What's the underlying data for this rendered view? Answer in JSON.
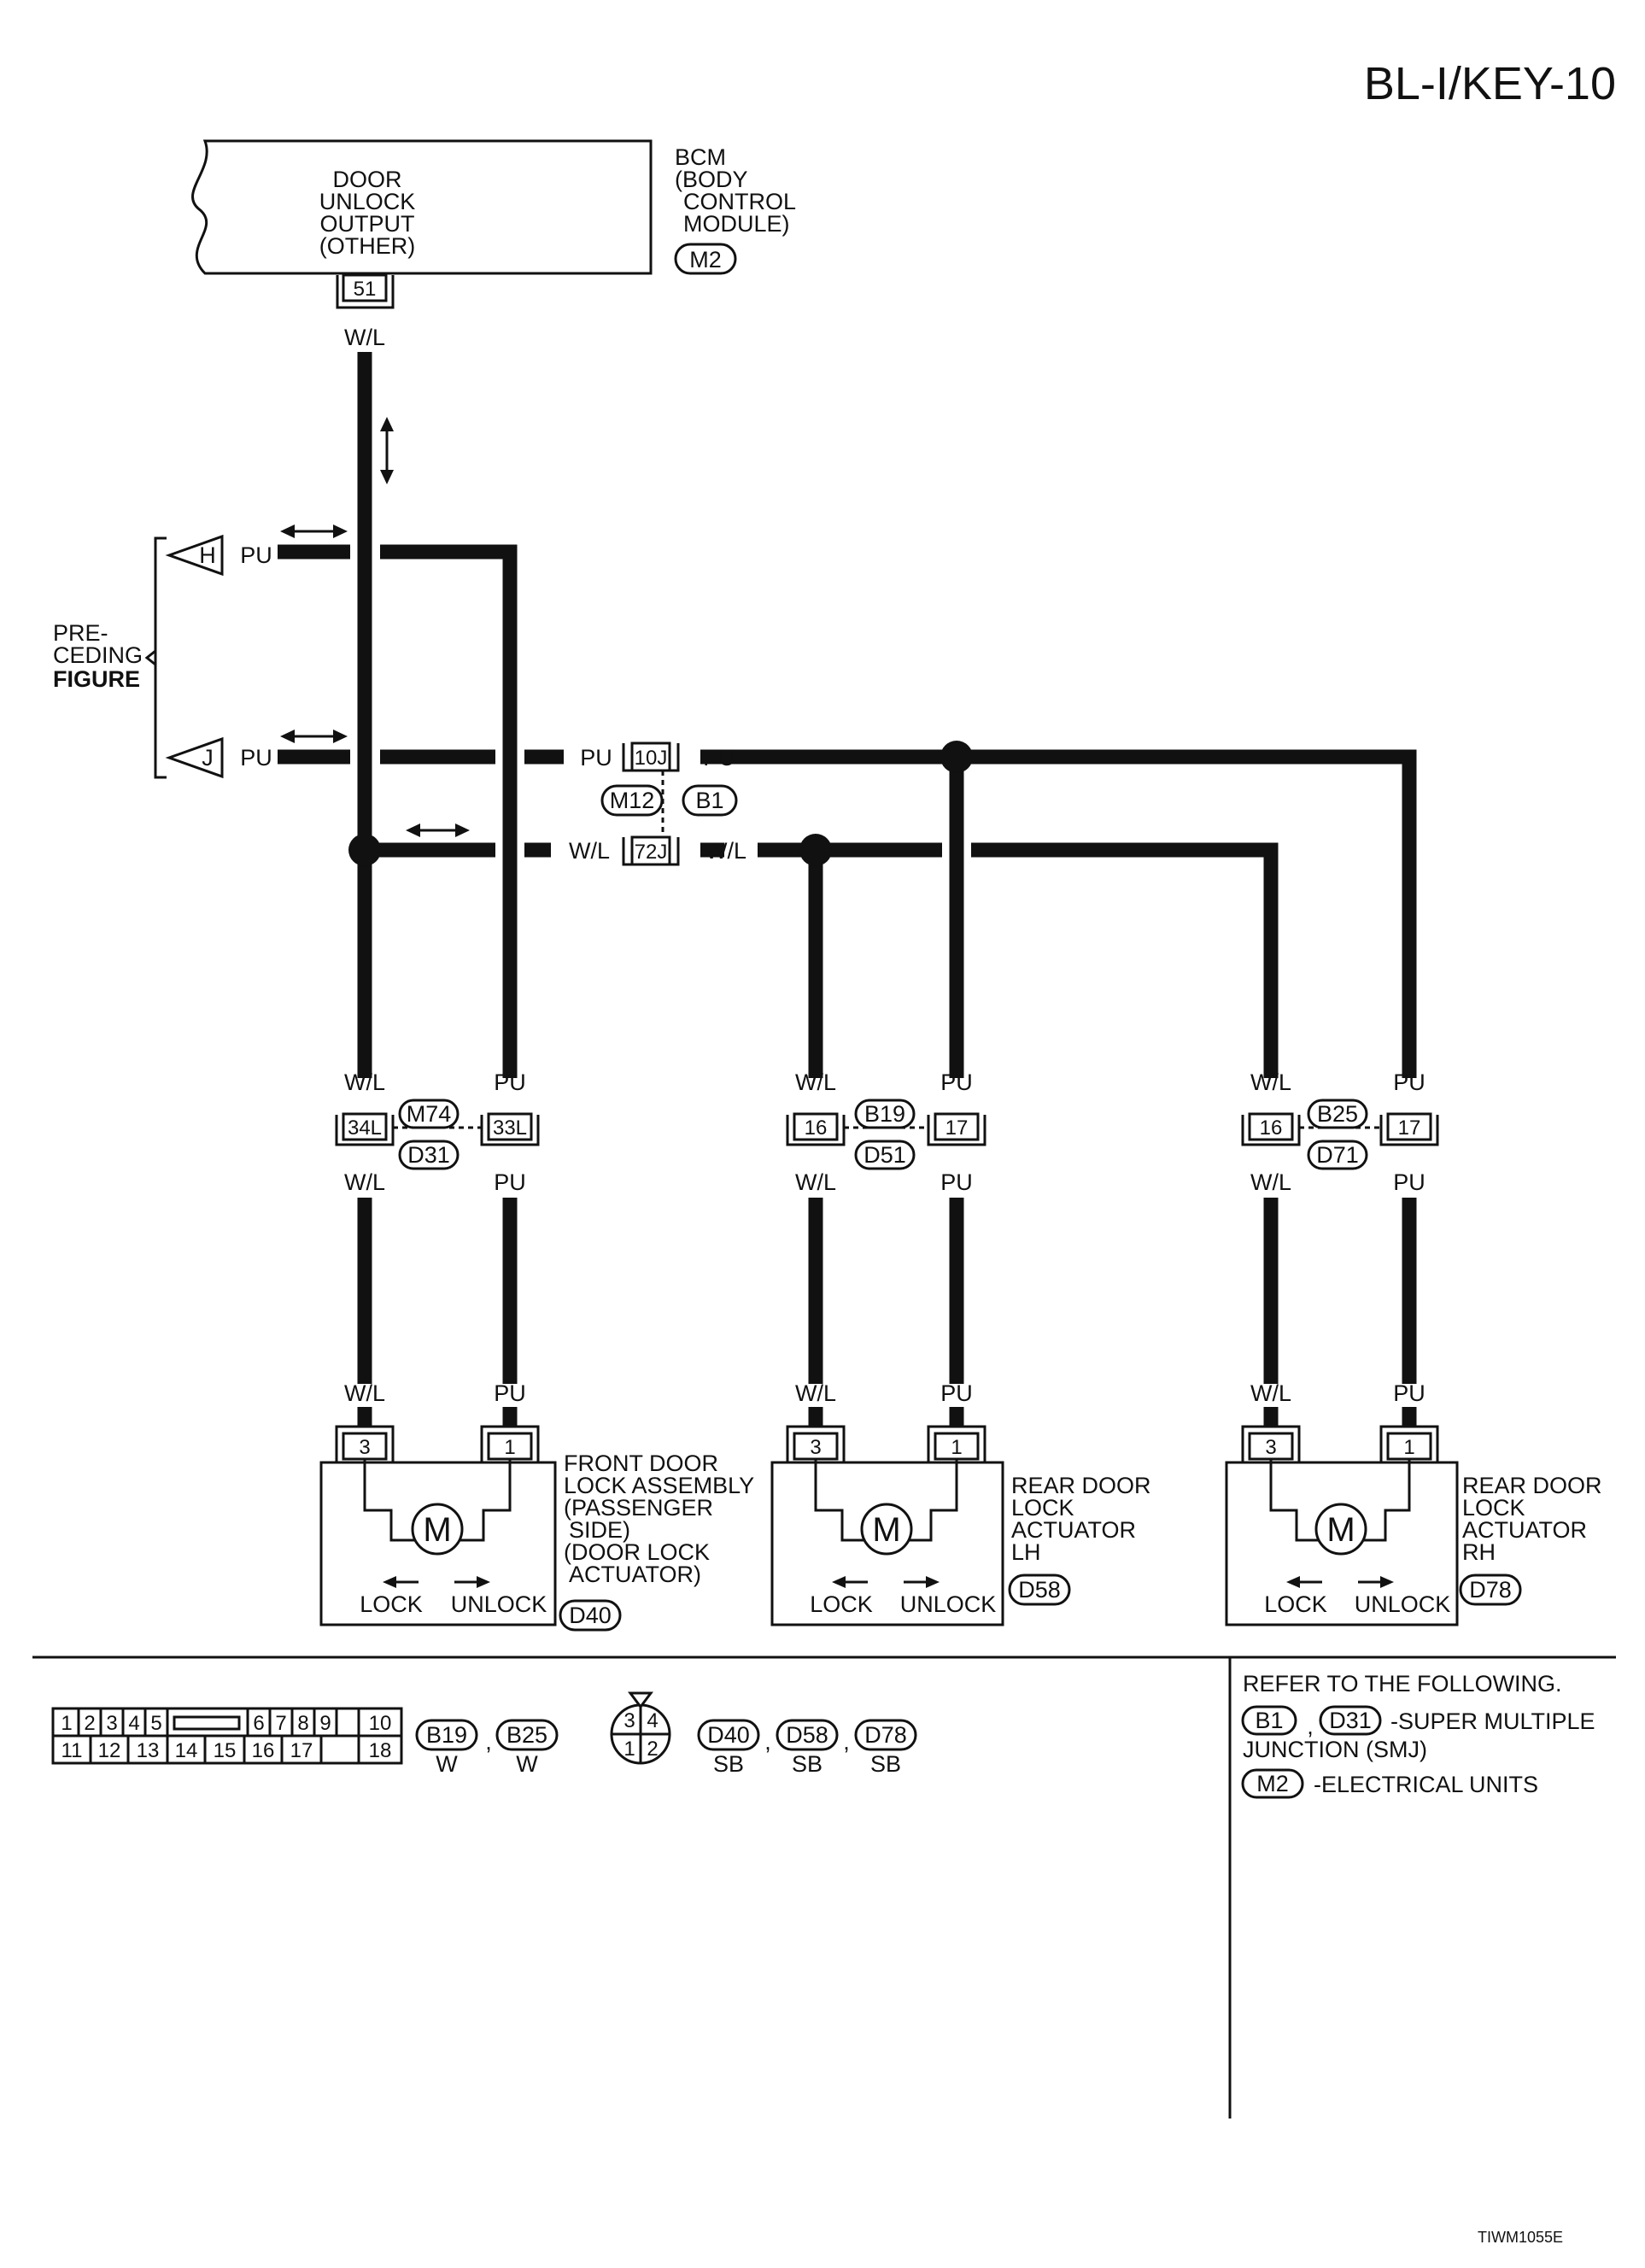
{
  "page_id": "BL-I/KEY-10",
  "figure_code": "TIWM1055E",
  "bcm": {
    "label_lines": [
      "BCM",
      "(BODY",
      "CONTROL",
      "MODULE)"
    ],
    "connector": "M2",
    "terminal": "51",
    "function_lines": [
      "DOOR",
      "UNLOCK",
      "OUTPUT",
      "(OTHER)"
    ]
  },
  "preceding": {
    "label_lines": [
      "PRE-",
      "CEDING",
      "FIGURE"
    ],
    "ref_h": "H",
    "ref_j": "J"
  },
  "wire_colors": {
    "pu": "PU",
    "wl": "W/L"
  },
  "junctions": {
    "j10": "10J",
    "j72": "72J",
    "conn_m12": "M12",
    "conn_b1": "B1"
  },
  "front_pass": {
    "connectors": [
      "M74",
      "D31"
    ],
    "pins": [
      "34L",
      "33L"
    ],
    "terminals": [
      "3",
      "1"
    ],
    "conn": "D40",
    "label_lines": [
      "FRONT DOOR",
      "LOCK ASSEMBLY",
      "(PASSENGER",
      "SIDE)",
      "(DOOR LOCK",
      "ACTUATOR)"
    ]
  },
  "rear_lh": {
    "connectors": [
      "B19",
      "D51"
    ],
    "pins": [
      "16",
      "17"
    ],
    "terminals": [
      "3",
      "1"
    ],
    "conn": "D58",
    "label_lines": [
      "REAR DOOR",
      "LOCK",
      "ACTUATOR",
      "LH"
    ]
  },
  "rear_rh": {
    "connectors": [
      "B25",
      "D71"
    ],
    "pins": [
      "16",
      "17"
    ],
    "terminals": [
      "3",
      "1"
    ],
    "conn": "D78",
    "label_lines": [
      "REAR DOOR",
      "LOCK",
      "ACTUATOR",
      "RH"
    ]
  },
  "motor": {
    "symbol": "M",
    "lock": "LOCK",
    "unlock": "UNLOCK"
  },
  "legend": {
    "big_row1": [
      "1",
      "2",
      "3",
      "4",
      "5",
      "6",
      "7",
      "8",
      "9",
      "10"
    ],
    "big_row2": [
      "11",
      "12",
      "13",
      "14",
      "15",
      "16",
      "17",
      "18"
    ],
    "big_conns": [
      "B19",
      "B25"
    ],
    "big_color": "W",
    "small_pins": [
      "3",
      "4",
      "1",
      "2"
    ],
    "small_conns": [
      "D40",
      "D58",
      "D78"
    ],
    "small_color": "SB",
    "sep": ","
  },
  "refs": {
    "header": "REFER TO THE FOLLOWING.",
    "smj_conns": [
      "B1",
      "D31"
    ],
    "smj_line1": "-SUPER MULTIPLE",
    "smj_line2": "JUNCTION (SMJ)",
    "eu_conn": "M2",
    "eu_label": "-ELECTRICAL UNITS"
  }
}
